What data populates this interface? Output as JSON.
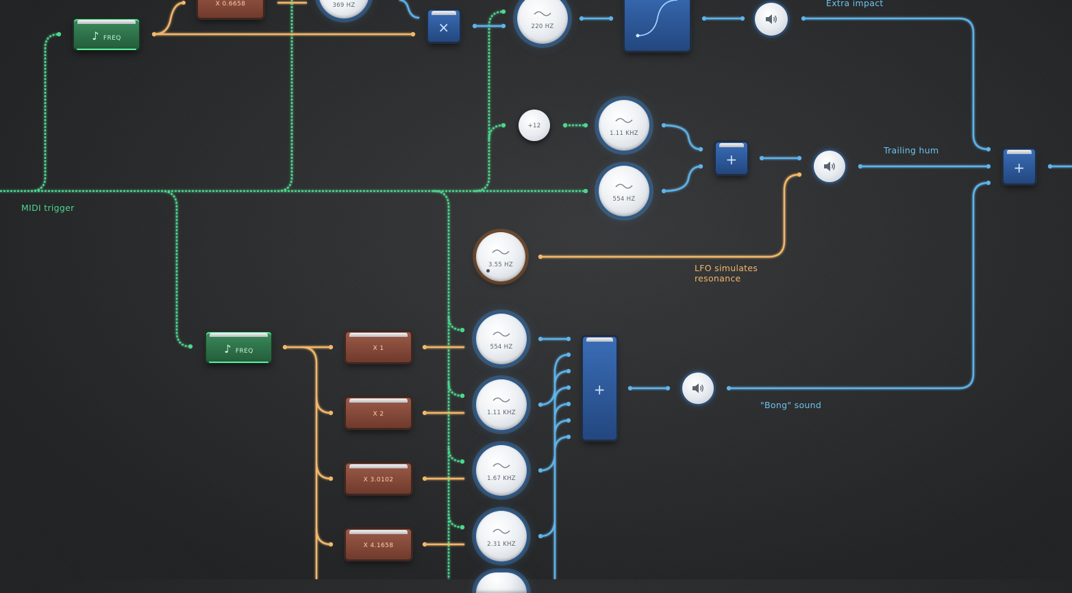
{
  "labels": {
    "midi_trigger": "MIDI trigger",
    "extra_impact": "Extra impact",
    "trailing_hum": "Trailing hum",
    "lfo_line1": "LFO simulates",
    "lfo_line2": "resonance",
    "bong_sound": "\"Bong\" sound"
  },
  "oscillators": {
    "top_369": "369 HZ",
    "top_220": "220 HZ",
    "hum_111": "1.11 KHZ",
    "hum_554": "554 HZ",
    "lfo": "3.55 HZ",
    "bong_554": "554 HZ",
    "bong_111": "1.11 KHZ",
    "bong_167": "1.67 KHZ",
    "bong_231": "2.31 KHZ"
  },
  "transpose": "+12",
  "freq_blocks": {
    "top": "FREQ",
    "bottom": "FREQ"
  },
  "multipliers": {
    "top": "X 0.6658",
    "m1": "X 1",
    "m2": "X 2",
    "m3": "X 3.0102",
    "m4": "X 4.1658"
  },
  "ops": {
    "multiply": "×",
    "add_hum": "+",
    "add_out": "+",
    "add_bong": "+"
  },
  "colors": {
    "midi_wire": "#4ed68e",
    "freq_wire": "#f2b86a",
    "audio_wire": "#5fb4ea",
    "accent_blue": "#2f5ea6"
  }
}
